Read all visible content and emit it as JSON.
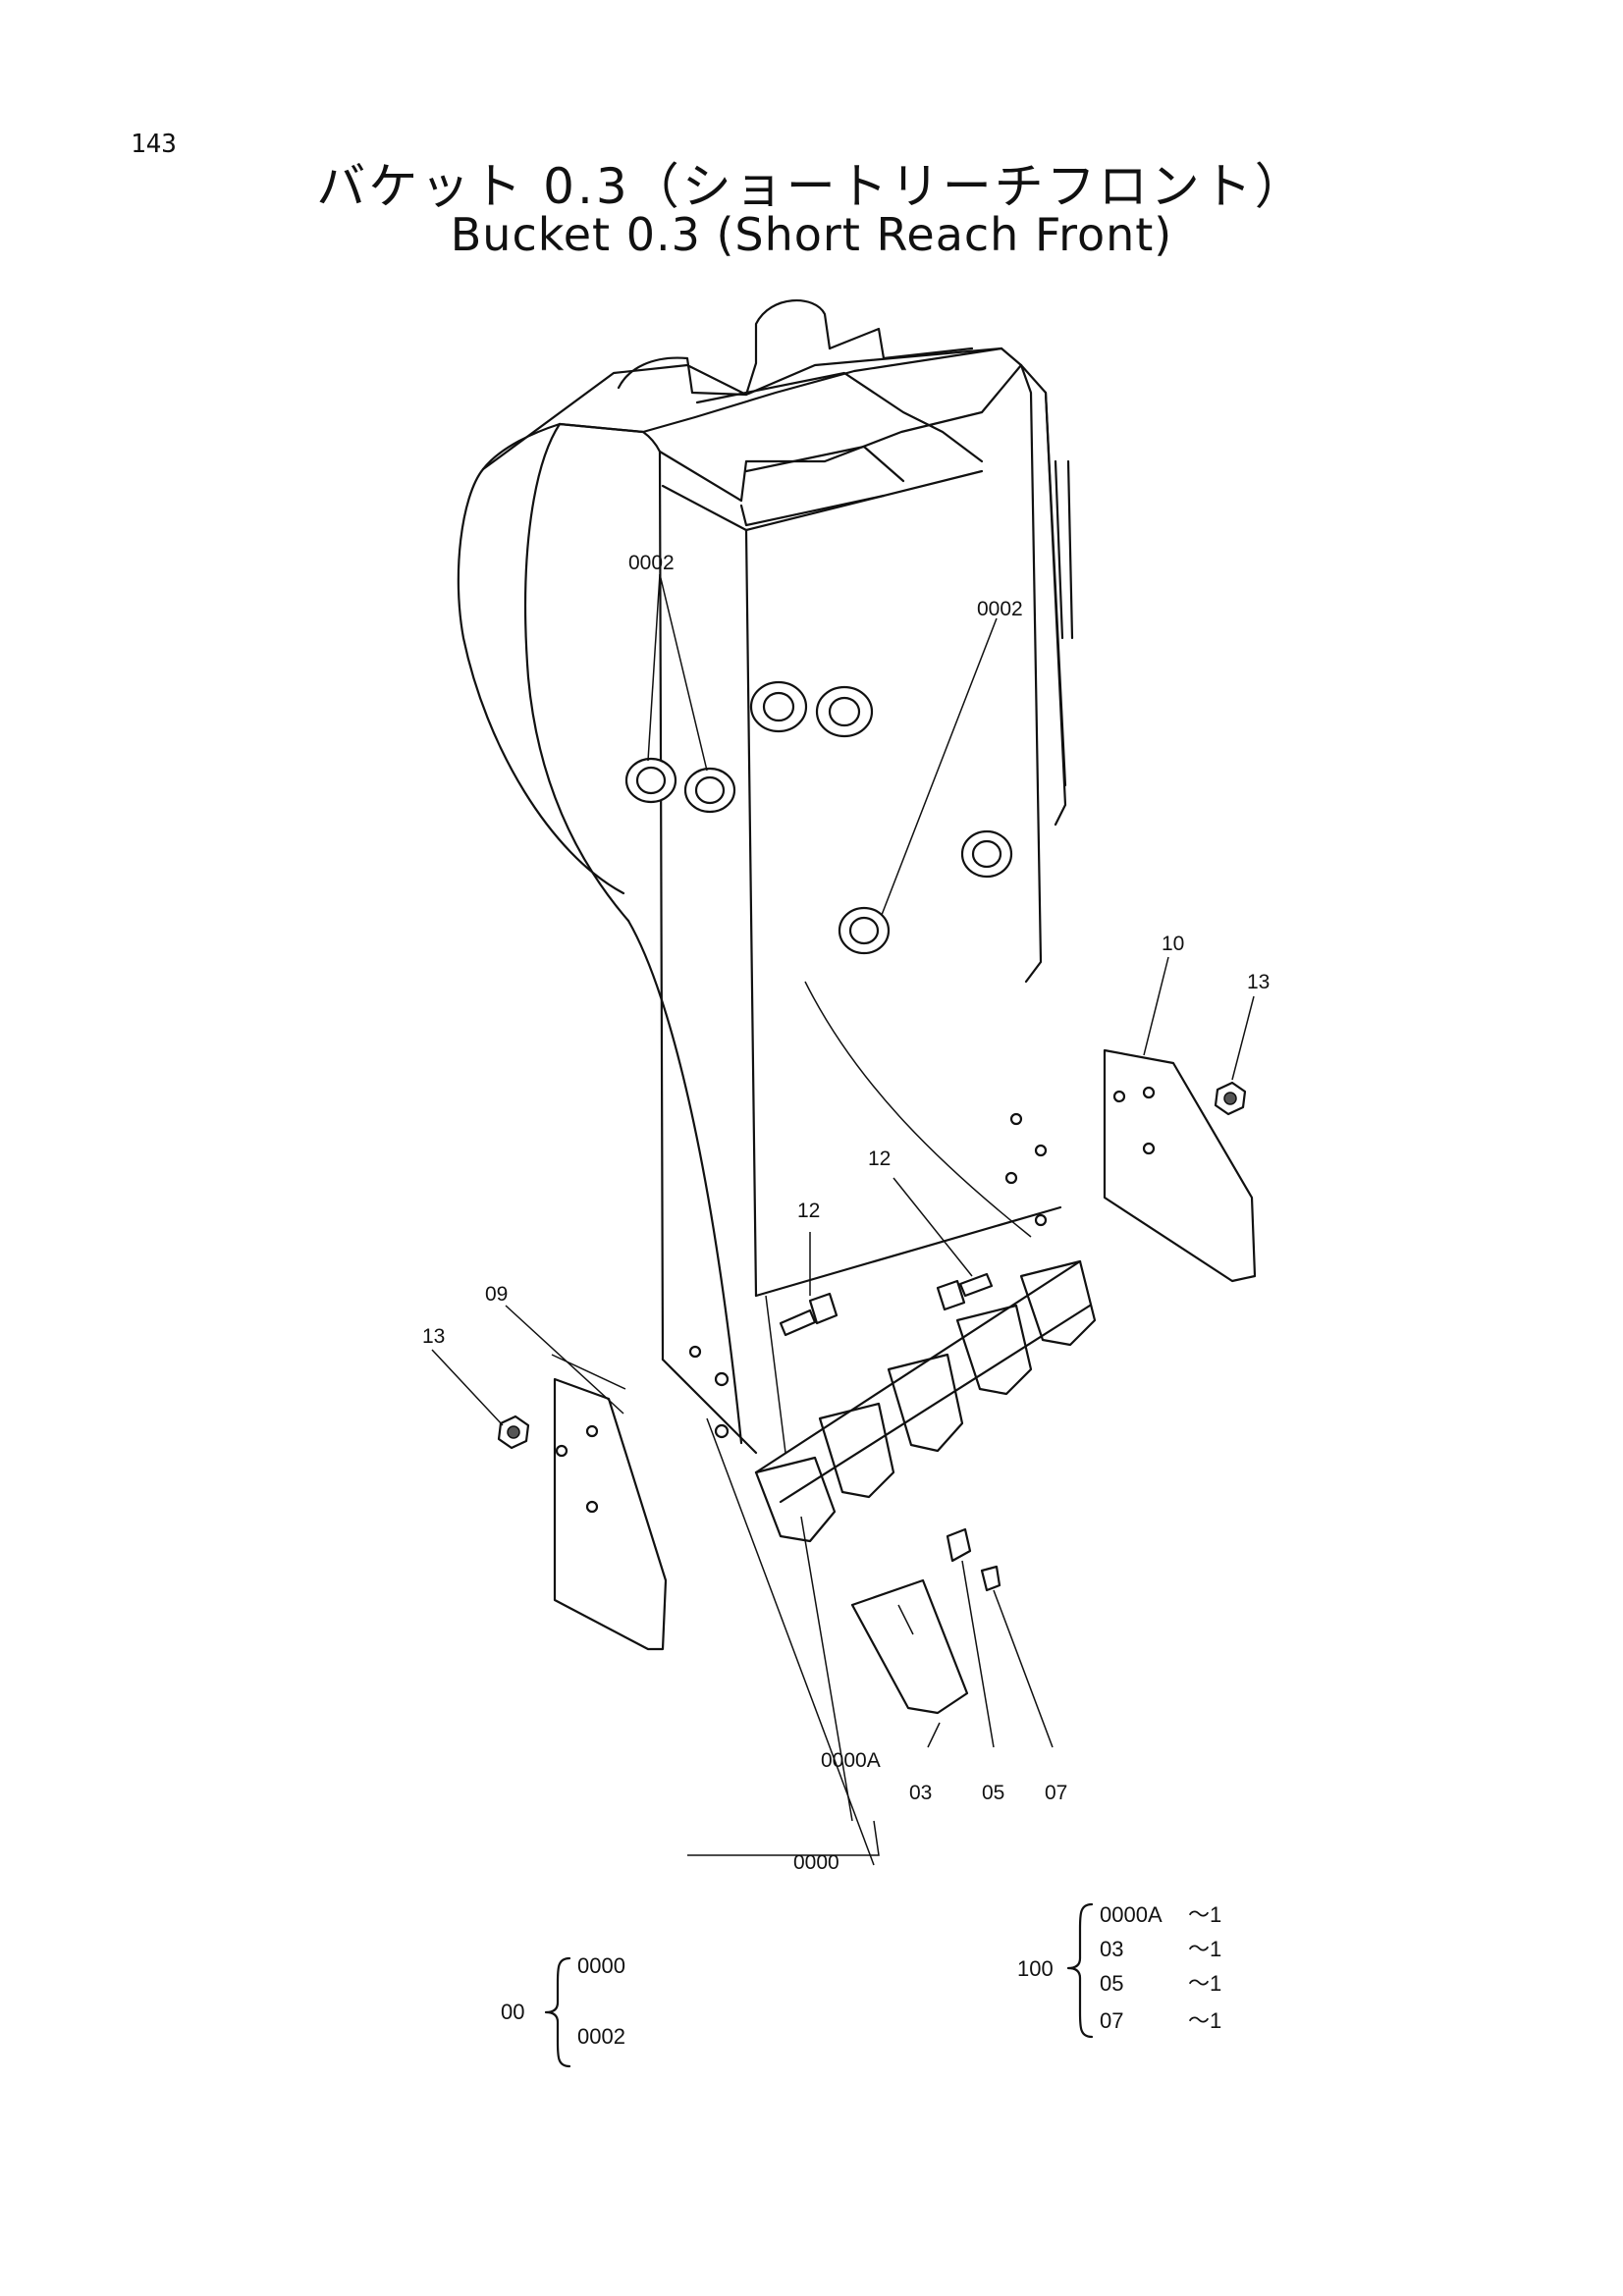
{
  "page_number": "143",
  "title_jp": "バケット 0.3（ショートリーチフロント）",
  "title_en": "Bucket 0.3 (Short Reach Front)",
  "callouts": {
    "pin_top_left": "0002",
    "pin_top_right": "0002",
    "side_cutter_right": "10",
    "nut_right": "13",
    "bolt_center": "12",
    "bolt_left": "12",
    "side_cutter_left": "09",
    "nut_left": "13",
    "adapter_assy": "0000A",
    "tooth_point": "03",
    "pin_05": "05",
    "lock_07": "07",
    "bucket_assy": "0000"
  },
  "group_00": {
    "label": "00",
    "items": [
      "0000",
      "0002"
    ]
  },
  "group_100": {
    "label": "100",
    "items": [
      {
        "part": "0000A",
        "qty": "～1"
      },
      {
        "part": "03",
        "qty": "～1"
      },
      {
        "part": "05",
        "qty": "～1"
      },
      {
        "part": "07",
        "qty": "～1"
      }
    ]
  }
}
